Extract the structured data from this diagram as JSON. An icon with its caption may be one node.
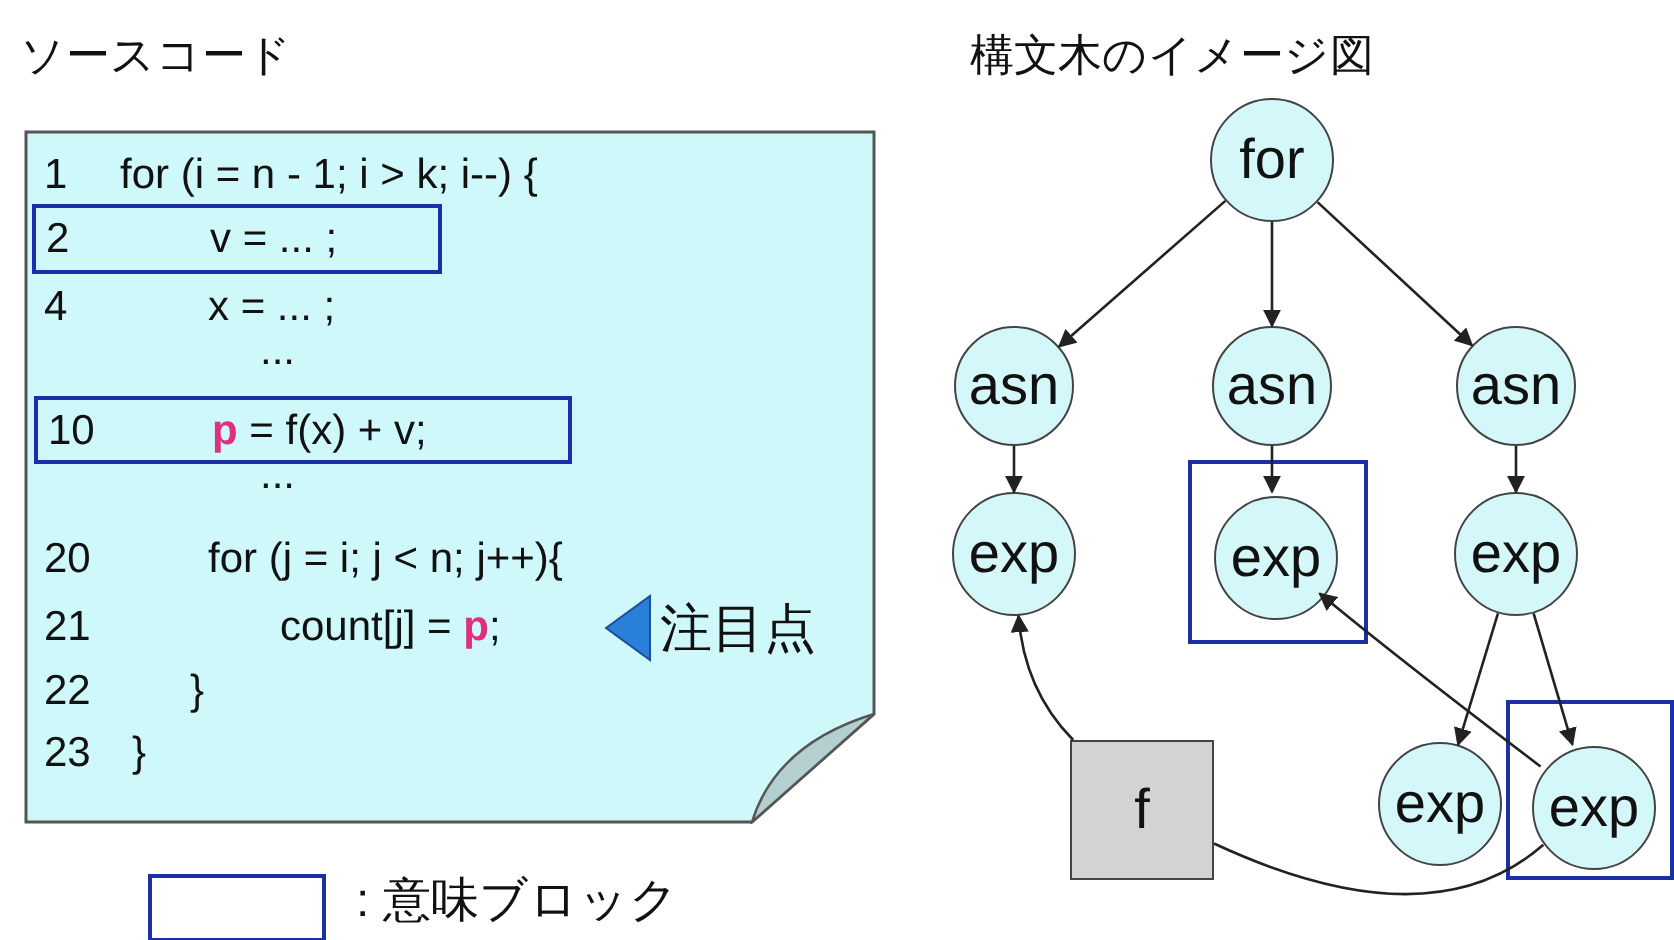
{
  "diagram": {
    "nodes": [
      {
        "text": [
          "1",
          "for (i = n - 1; i > k; i--) {",
          "4",
          "x = ... ;",
          "...",
          "...",
          "20",
          "for (j = i; j < n; j++){",
          "21",
          "count[j] = **p**;",
          "22",
          "}",
          "23",
          "}"
        ]
      },
      {
        "text": [
          "2",
          "v = ... ;"
        ],
        "in": 0
      },
      {
        "text": [
          "10",
          "**p** = f(x) + v;"
        ],
        "in": 0
      },
      {
        "text": [
          "for"
        ]
      },
      {
        "text": [
          "asn"
        ]
      },
      {
        "text": [
          "asn"
        ]
      },
      {
        "text": [
          "asn"
        ]
      },
      {
        "text": [
          "exp"
        ]
      },
      {
        "text": [],
        "shape": "box"
      },
      {
        "text": [
          "exp"
        ],
        "in": 8
      },
      {
        "text": [
          "exp"
        ]
      },
      {
        "text": [
          "exp"
        ]
      },
      {
        "text": [],
        "shape": "box"
      },
      {
        "text": [
          "exp"
        ],
        "in": 12
      },
      {
        "text": [
          "f"
        ]
      }
    ],
    "edges": [
      {
        "from": 3,
        "to": 4,
        "arrow": "to"
      },
      {
        "from": 3,
        "to": 5,
        "arrow": "to"
      },
      {
        "from": 3,
        "to": 6,
        "arrow": "to"
      },
      {
        "from": 4,
        "to": 7,
        "arrow": "to"
      },
      {
        "from": 5,
        "to": 9,
        "arrow": "to"
      },
      {
        "from": 6,
        "to": 10,
        "arrow": "to"
      },
      {
        "from": 10,
        "to": 11,
        "arrow": "to"
      },
      {
        "from": 10,
        "to": 13,
        "arrow": "to"
      },
      {
        "from": 14,
        "to": 7,
        "arrow": "to"
      },
      {
        "from": 14,
        "to": 13,
        "arrow": "none"
      },
      {
        "from": 13,
        "to": 9,
        "arrow": "to"
      }
    ],
    "labels": [
      "ソースコード",
      "構文木のイメージ図",
      "注目点"
    ],
    "legend": [
      {
        "text": ": 意味ブロック",
        "color": "#1c2fa8"
      }
    ]
  }
}
